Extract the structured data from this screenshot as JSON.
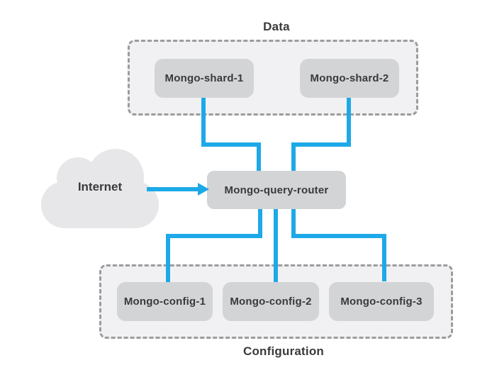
{
  "diagram": {
    "type": "architecture-diagram",
    "subject": "MongoDB sharded cluster topology",
    "data_group": {
      "label": "Data",
      "label_position": "top"
    },
    "config_group": {
      "label": "Configuration",
      "label_position": "bottom"
    },
    "internet": {
      "label": "Internet",
      "shape": "cloud"
    },
    "nodes": {
      "shard1": {
        "label": "Mongo-shard-1",
        "group": "Data"
      },
      "shard2": {
        "label": "Mongo-shard-2",
        "group": "Data"
      },
      "router": {
        "label": "Mongo-query-router",
        "group": null
      },
      "config1": {
        "label": "Mongo-config-1",
        "group": "Configuration"
      },
      "config2": {
        "label": "Mongo-config-2",
        "group": "Configuration"
      },
      "config3": {
        "label": "Mongo-config-3",
        "group": "Configuration"
      }
    },
    "edges": [
      {
        "from": "Internet",
        "to": "Mongo-query-router",
        "style": "arrow"
      },
      {
        "from": "Mongo-shard-1",
        "to": "Mongo-query-router",
        "style": "elbow-line"
      },
      {
        "from": "Mongo-shard-2",
        "to": "Mongo-query-router",
        "style": "elbow-line"
      },
      {
        "from": "Mongo-query-router",
        "to": "Mongo-config-1",
        "style": "elbow-line"
      },
      {
        "from": "Mongo-query-router",
        "to": "Mongo-config-2",
        "style": "straight-line"
      },
      {
        "from": "Mongo-query-router",
        "to": "Mongo-config-3",
        "style": "elbow-line"
      }
    ],
    "colors": {
      "connector_blue": "#1da9e8",
      "node_fill": "#d3d4d6",
      "group_fill": "#f1f1f3",
      "group_border": "#9c9c9f",
      "cloud_fill": "#e7e7ea",
      "text": "#3a3a3a",
      "background": "#ffffff"
    }
  }
}
